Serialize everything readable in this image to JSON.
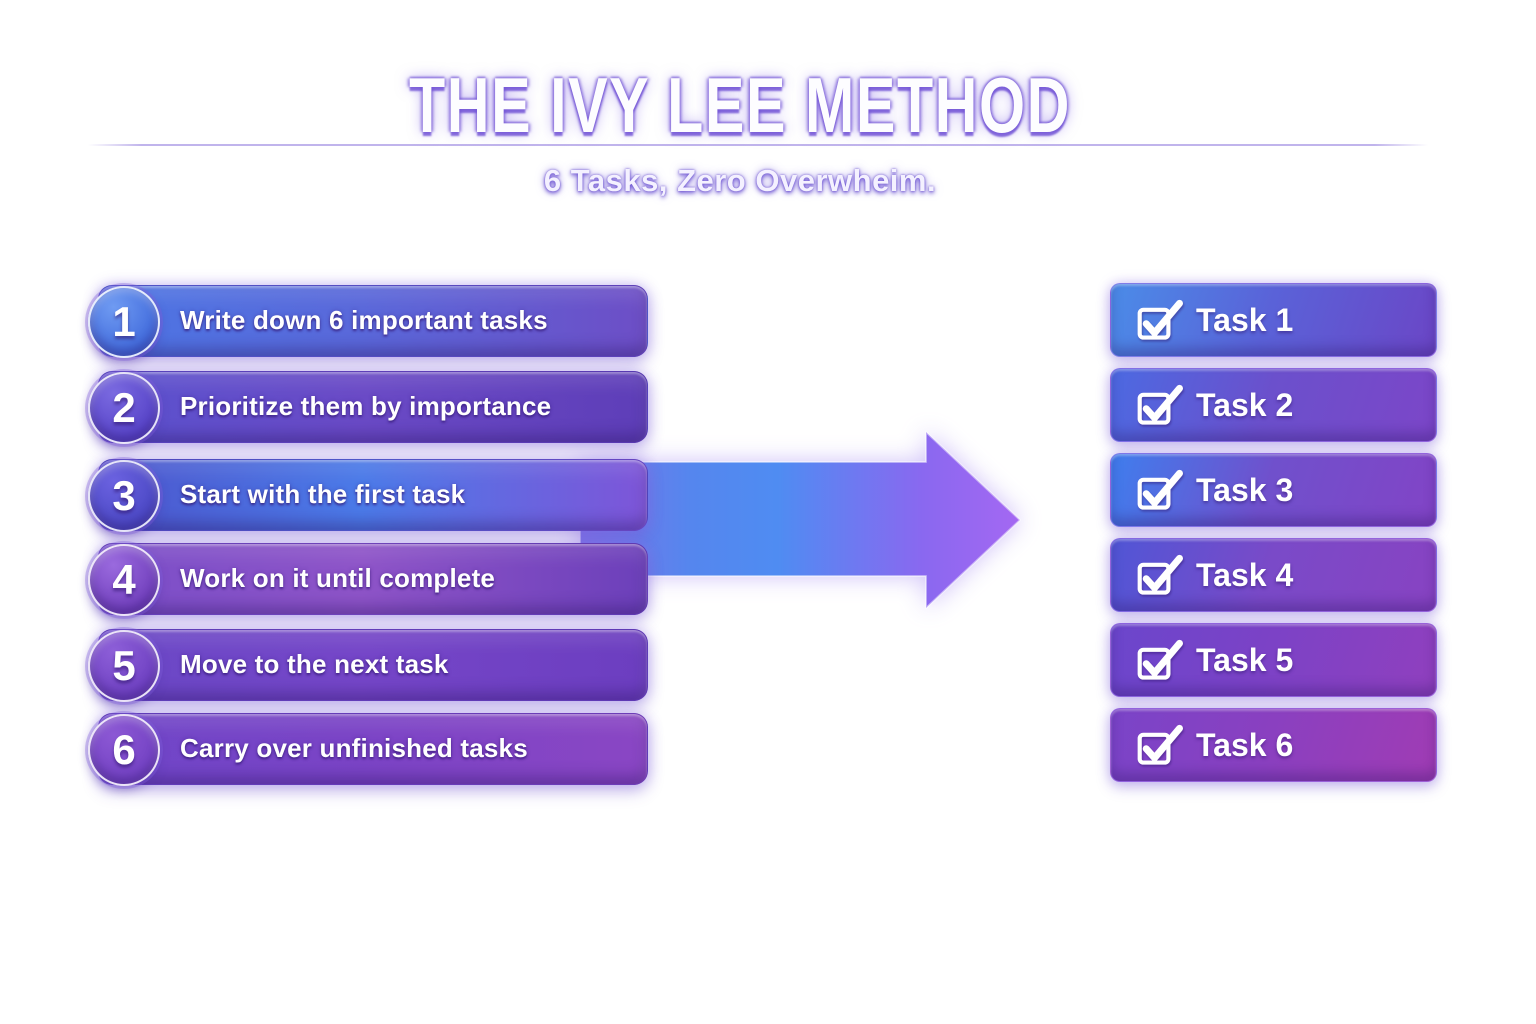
{
  "header": {
    "title": "THE IVY LEE METHOD",
    "subtitle": "6 Tasks, Zero Overwheim."
  },
  "steps": [
    {
      "number": "1",
      "label": "Write down 6 important tasks",
      "colors": {
        "c1": "#4c76e4",
        "c2": "#5a68da",
        "c3": "#6d4ec6",
        "g1": "#6f9bf2",
        "g2": "#3d66da"
      }
    },
    {
      "number": "2",
      "label": "Prioritize them by importance",
      "colors": {
        "c1": "#5a52ce",
        "c2": "#6a4ac6",
        "c3": "#5e3eb8",
        "g1": "#7a6ae0",
        "g2": "#5440c6"
      }
    },
    {
      "number": "3",
      "label": "Start with the first task",
      "colors": {
        "c1": "#4c55cc",
        "c2": "#4b7ae8",
        "c3": "#7e55d8",
        "g1": "#6b62e0",
        "g2": "#4846c2"
      }
    },
    {
      "number": "4",
      "label": "Work on it until complete",
      "colors": {
        "c1": "#7a4ec8",
        "c2": "#8e54c8",
        "c3": "#6c40ba",
        "g1": "#9a6ade",
        "g2": "#6e3cba"
      }
    },
    {
      "number": "5",
      "label": "Move to the next task",
      "colors": {
        "c1": "#6a48c6",
        "c2": "#7546c8",
        "c3": "#6c3ec0",
        "g1": "#8d5fd8",
        "g2": "#6c3ec0"
      }
    },
    {
      "number": "6",
      "label": "Carry over unfinished tasks",
      "colors": {
        "c1": "#6f46c8",
        "c2": "#7b44c6",
        "c3": "#8a46c4",
        "g1": "#8c58d4",
        "g2": "#7140c2"
      }
    }
  ],
  "tasks": [
    {
      "label": "Task 1",
      "icon": "checkbox-check-icon",
      "colors": {
        "c1": "#4b8ce8",
        "c2": "#5a62d8",
        "c3": "#6b46c6"
      }
    },
    {
      "label": "Task 2",
      "icon": "checkbox-check-icon",
      "colors": {
        "c1": "#4c6ae2",
        "c2": "#6b50cc",
        "c3": "#7c46c8"
      }
    },
    {
      "label": "Task 3",
      "icon": "checkbox-check-icon",
      "colors": {
        "c1": "#3f7eee",
        "c2": "#7050cc",
        "c3": "#8244c6"
      }
    },
    {
      "label": "Task 4",
      "icon": "checkbox-check-icon",
      "colors": {
        "c1": "#5056d6",
        "c2": "#7a4ac8",
        "c3": "#8843c2"
      }
    },
    {
      "label": "Task 5",
      "icon": "checkbox-check-icon",
      "colors": {
        "c1": "#6b46cc",
        "c2": "#7c42c6",
        "c3": "#9040be"
      }
    },
    {
      "label": "Task 6",
      "icon": "checkbox-check-icon",
      "colors": {
        "c1": "#7a44c8",
        "c2": "#8a40c0",
        "c3": "#a03cb4"
      }
    }
  ],
  "arrow": {
    "name": "right-arrow-icon",
    "colors": [
      "#7b74e8",
      "#5586ee",
      "#4f8cf2",
      "#8a68f0",
      "#a468f2"
    ]
  }
}
